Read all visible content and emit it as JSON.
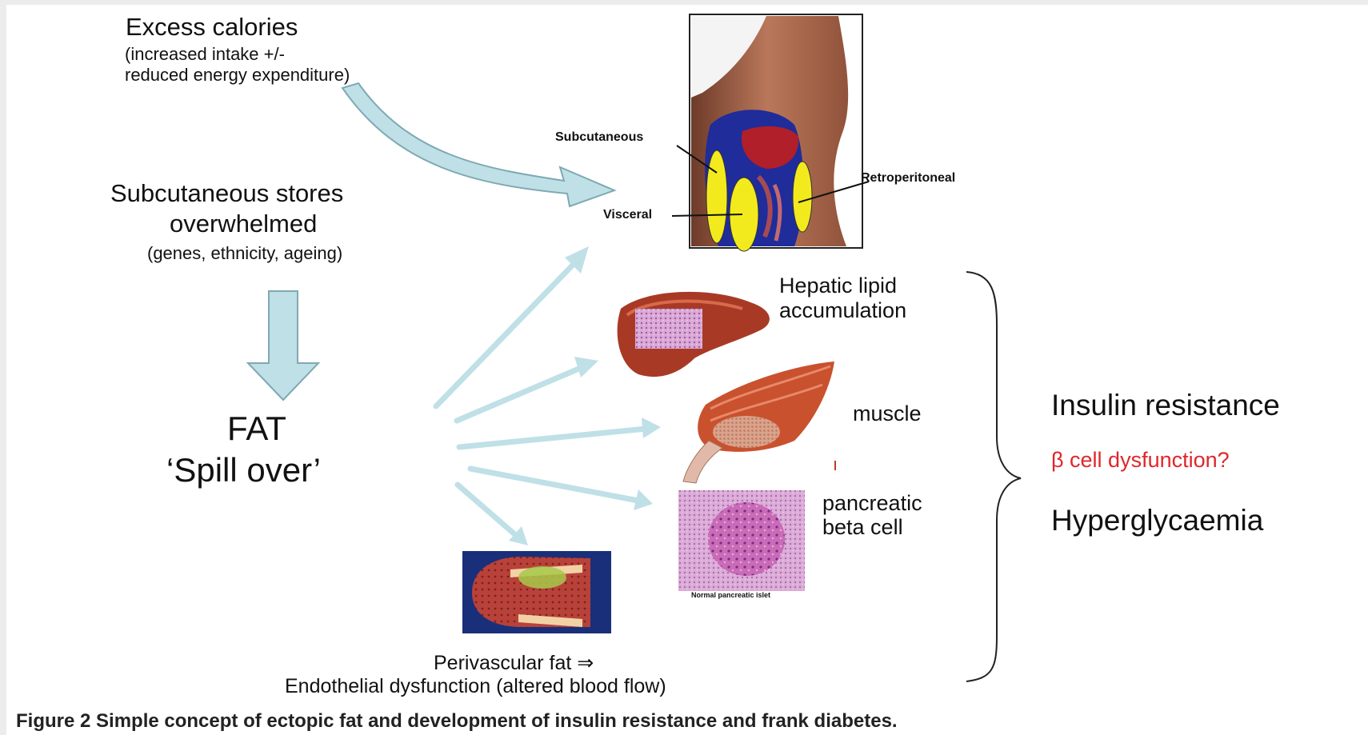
{
  "texts": {
    "excess_title": "Excess calories",
    "excess_sub1": "(increased intake +/-",
    "excess_sub2": "reduced energy expenditure)",
    "subcut_stores1": "Subcutaneous stores",
    "subcut_stores2": "overwhelmed",
    "subcut_factors": "(genes, ethnicity, ageing)",
    "fat": "FAT",
    "spill": "‘Spill over’",
    "body_subcutaneous": "Subcutaneous",
    "body_visceral": "Visceral",
    "body_retro": "Retroperitoneal",
    "hepatic1": "Hepatic lipid",
    "hepatic2": "accumulation",
    "muscle": "muscle",
    "pancreatic1": "pancreatic",
    "pancreatic2": "beta cell",
    "islet_caption": "Normal pancreatic islet",
    "perivascular1": "Perivascular fat ⇒",
    "perivascular2": "Endothelial dysfunction (altered blood flow)",
    "insulin": "Insulin resistance",
    "beta": "β cell dysfunction?",
    "hyper": "Hyperglycaemia",
    "caption_bold": "Figure 2",
    "caption_rest": " Simple concept of ectopic fat and development of insulin resistance and frank diabetes."
  },
  "colors": {
    "arrow": "#bfe0e6",
    "arrow_outline": "#7fa9b3",
    "red_text": "#e0262b",
    "fat_yellow": "#f3ea1e",
    "visceral_blue": "#1f2c9a",
    "skin": "#a8694e"
  }
}
